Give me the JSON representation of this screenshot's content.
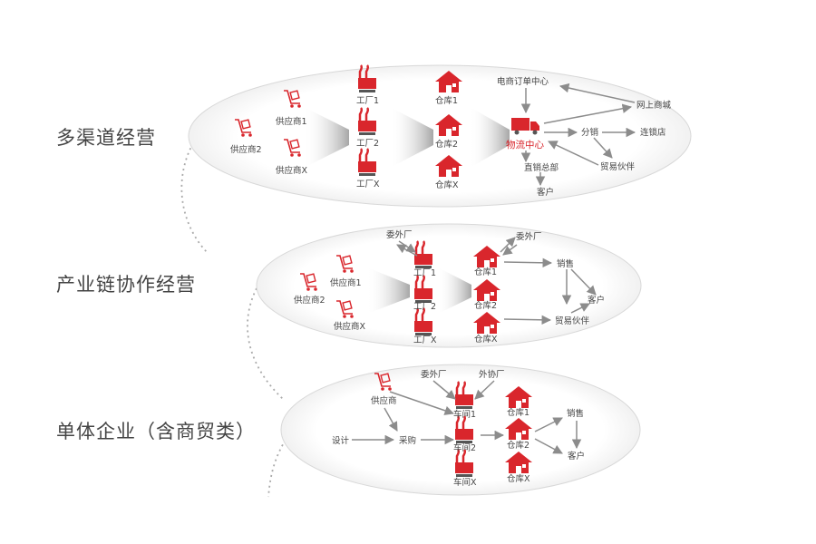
{
  "colors": {
    "accent": "#d9262c",
    "arrow": "#8c8c8c",
    "text": "#444444",
    "ellipse_edge": "#d8d8d8"
  },
  "sections": [
    {
      "title": "多渠道经营",
      "nodes": {
        "supplier1": "供应商1",
        "supplier2": "供应商2",
        "supplierX": "供应商X",
        "factory1": "工厂1",
        "factory2": "工厂2",
        "factoryX": "工厂X",
        "warehouse1": "仓库1",
        "warehouse2": "仓库2",
        "warehouseX": "仓库X",
        "ecom_order_center": "电商订单中心",
        "online_mall": "网上商城",
        "logistics_center": "物流中心",
        "distribution": "分销",
        "chain_store": "连锁店",
        "trade_partner": "贸易伙伴",
        "direct_hq": "直销总部",
        "customer": "客户"
      }
    },
    {
      "title": "产业链协作经营",
      "nodes": {
        "supplier1": "供应商1",
        "supplier2": "供应商2",
        "supplierX": "供应商X",
        "outsource_top": "委外厂",
        "outsource_right": "委外厂",
        "factory1": "工厂1",
        "factory2": "工厂2",
        "factoryX": "工厂X",
        "warehouse1": "仓库1",
        "warehouse2": "仓库2",
        "warehouseX": "仓库X",
        "sales": "销售",
        "customer": "客户",
        "trade_partner": "贸易伙伴"
      }
    },
    {
      "title": "单体企业（含商贸类）",
      "nodes": {
        "supplier": "供应商",
        "outsource": "委外厂",
        "coop_factory": "外协厂",
        "design": "设计",
        "purchase": "采购",
        "workshop1": "车间1",
        "workshop2": "车间2",
        "workshopX": "车间X",
        "warehouse1": "仓库1",
        "warehouse2": "仓库2",
        "warehouseX": "仓库X",
        "sales": "销售",
        "customer": "客户"
      }
    }
  ]
}
